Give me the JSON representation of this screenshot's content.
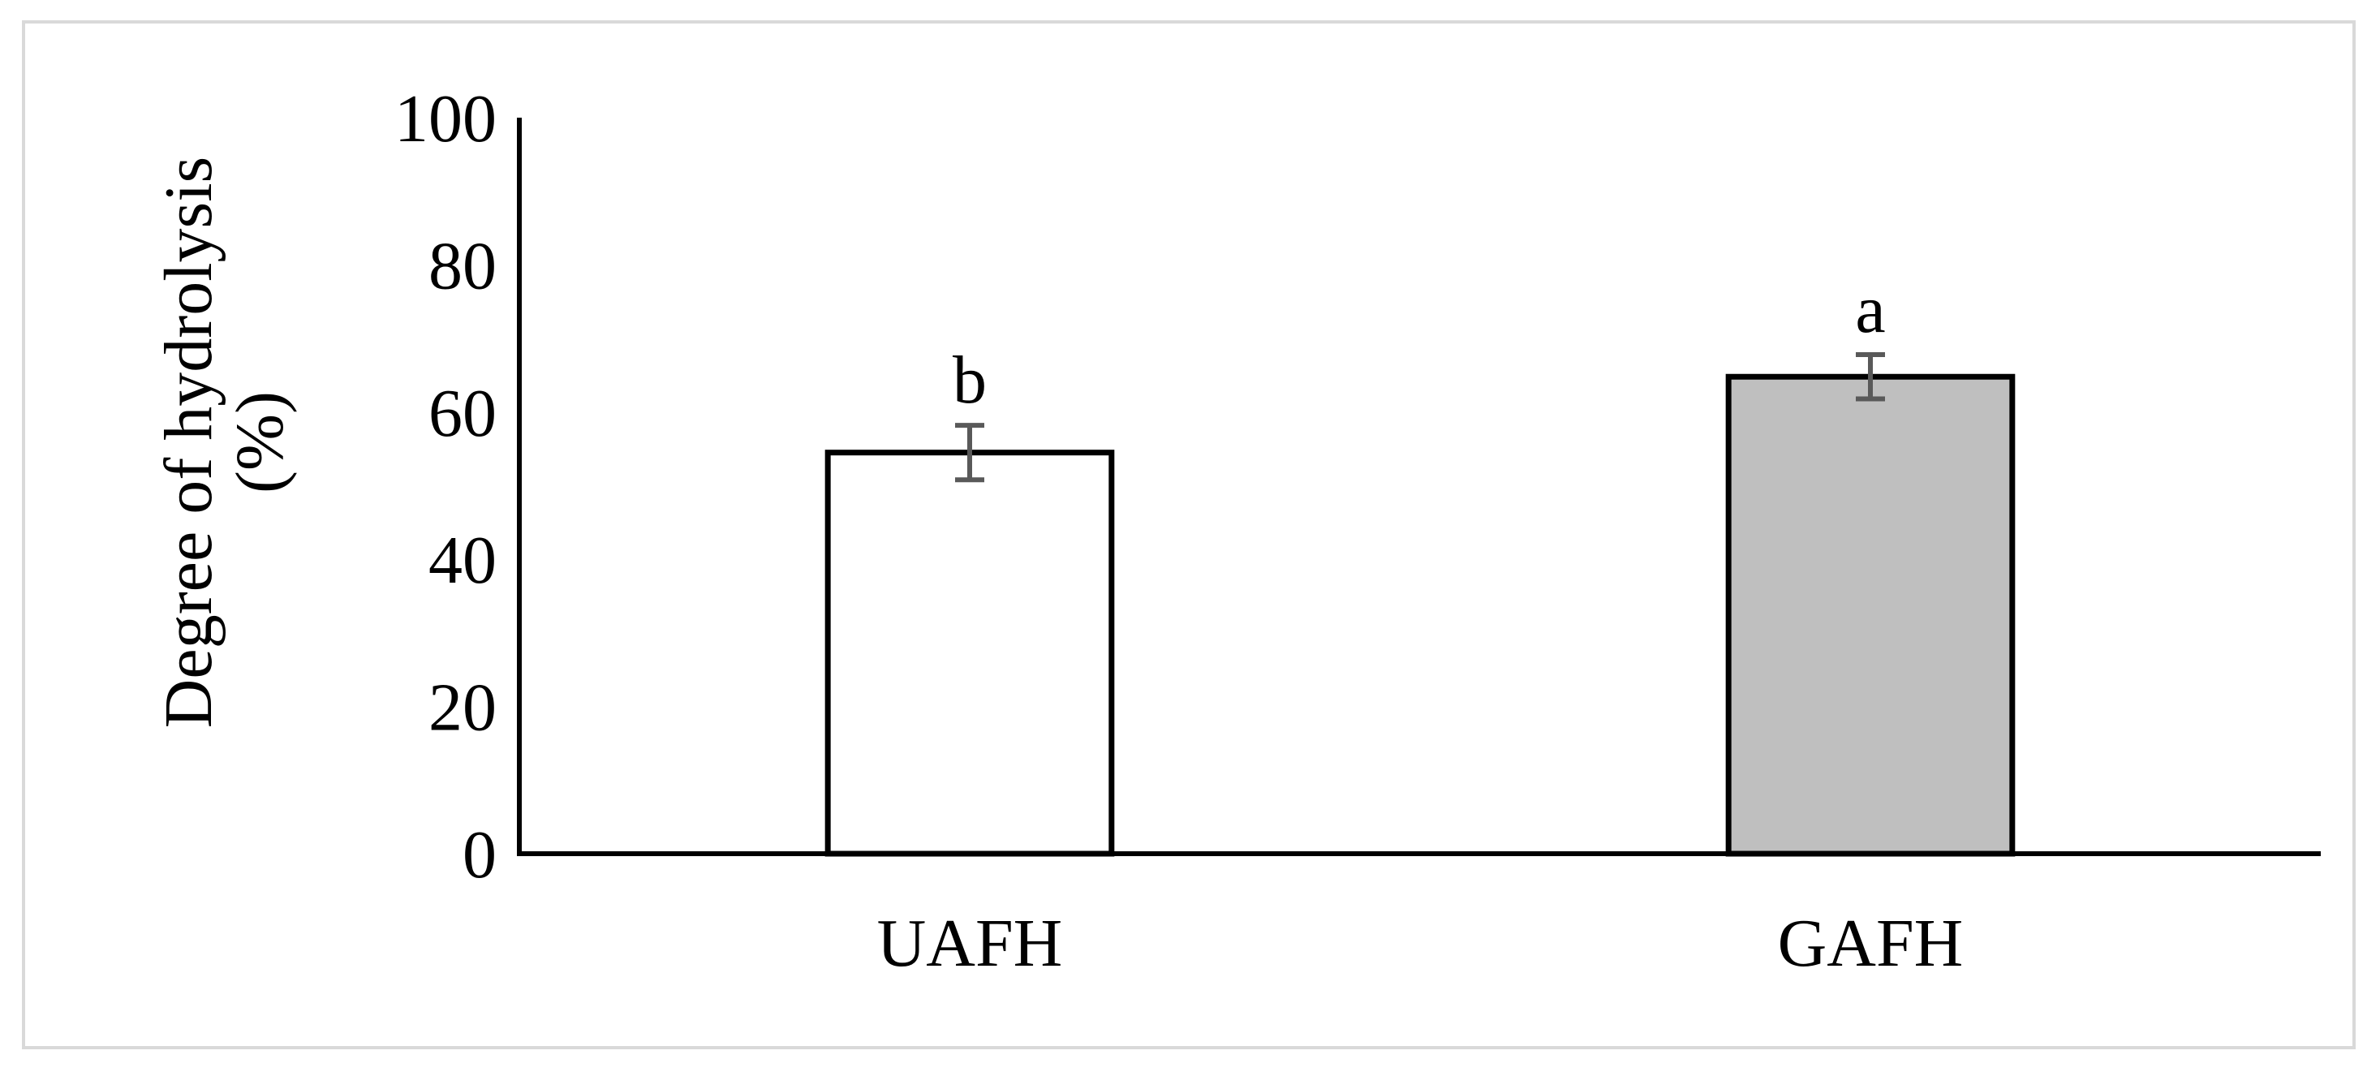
{
  "chart_data": {
    "type": "bar",
    "categories": [
      "UAFH",
      "GAFH"
    ],
    "values": [
      54.5,
      64.8
    ],
    "error": [
      3.7,
      3.0
    ],
    "significance": [
      "b",
      "a"
    ],
    "bar_colors": [
      "#ffffff",
      "#bfbfbf"
    ],
    "bar_edge_color": "#000000",
    "error_bar_color": "#595959",
    "title": "",
    "xlabel": "",
    "ylabel_lines": [
      "Degree of hydrolysis",
      "(%)"
    ],
    "ylim": [
      0,
      100
    ],
    "yticks": [
      "0",
      "20",
      "40",
      "60",
      "80",
      "100"
    ],
    "grid": false,
    "legend": "none"
  }
}
